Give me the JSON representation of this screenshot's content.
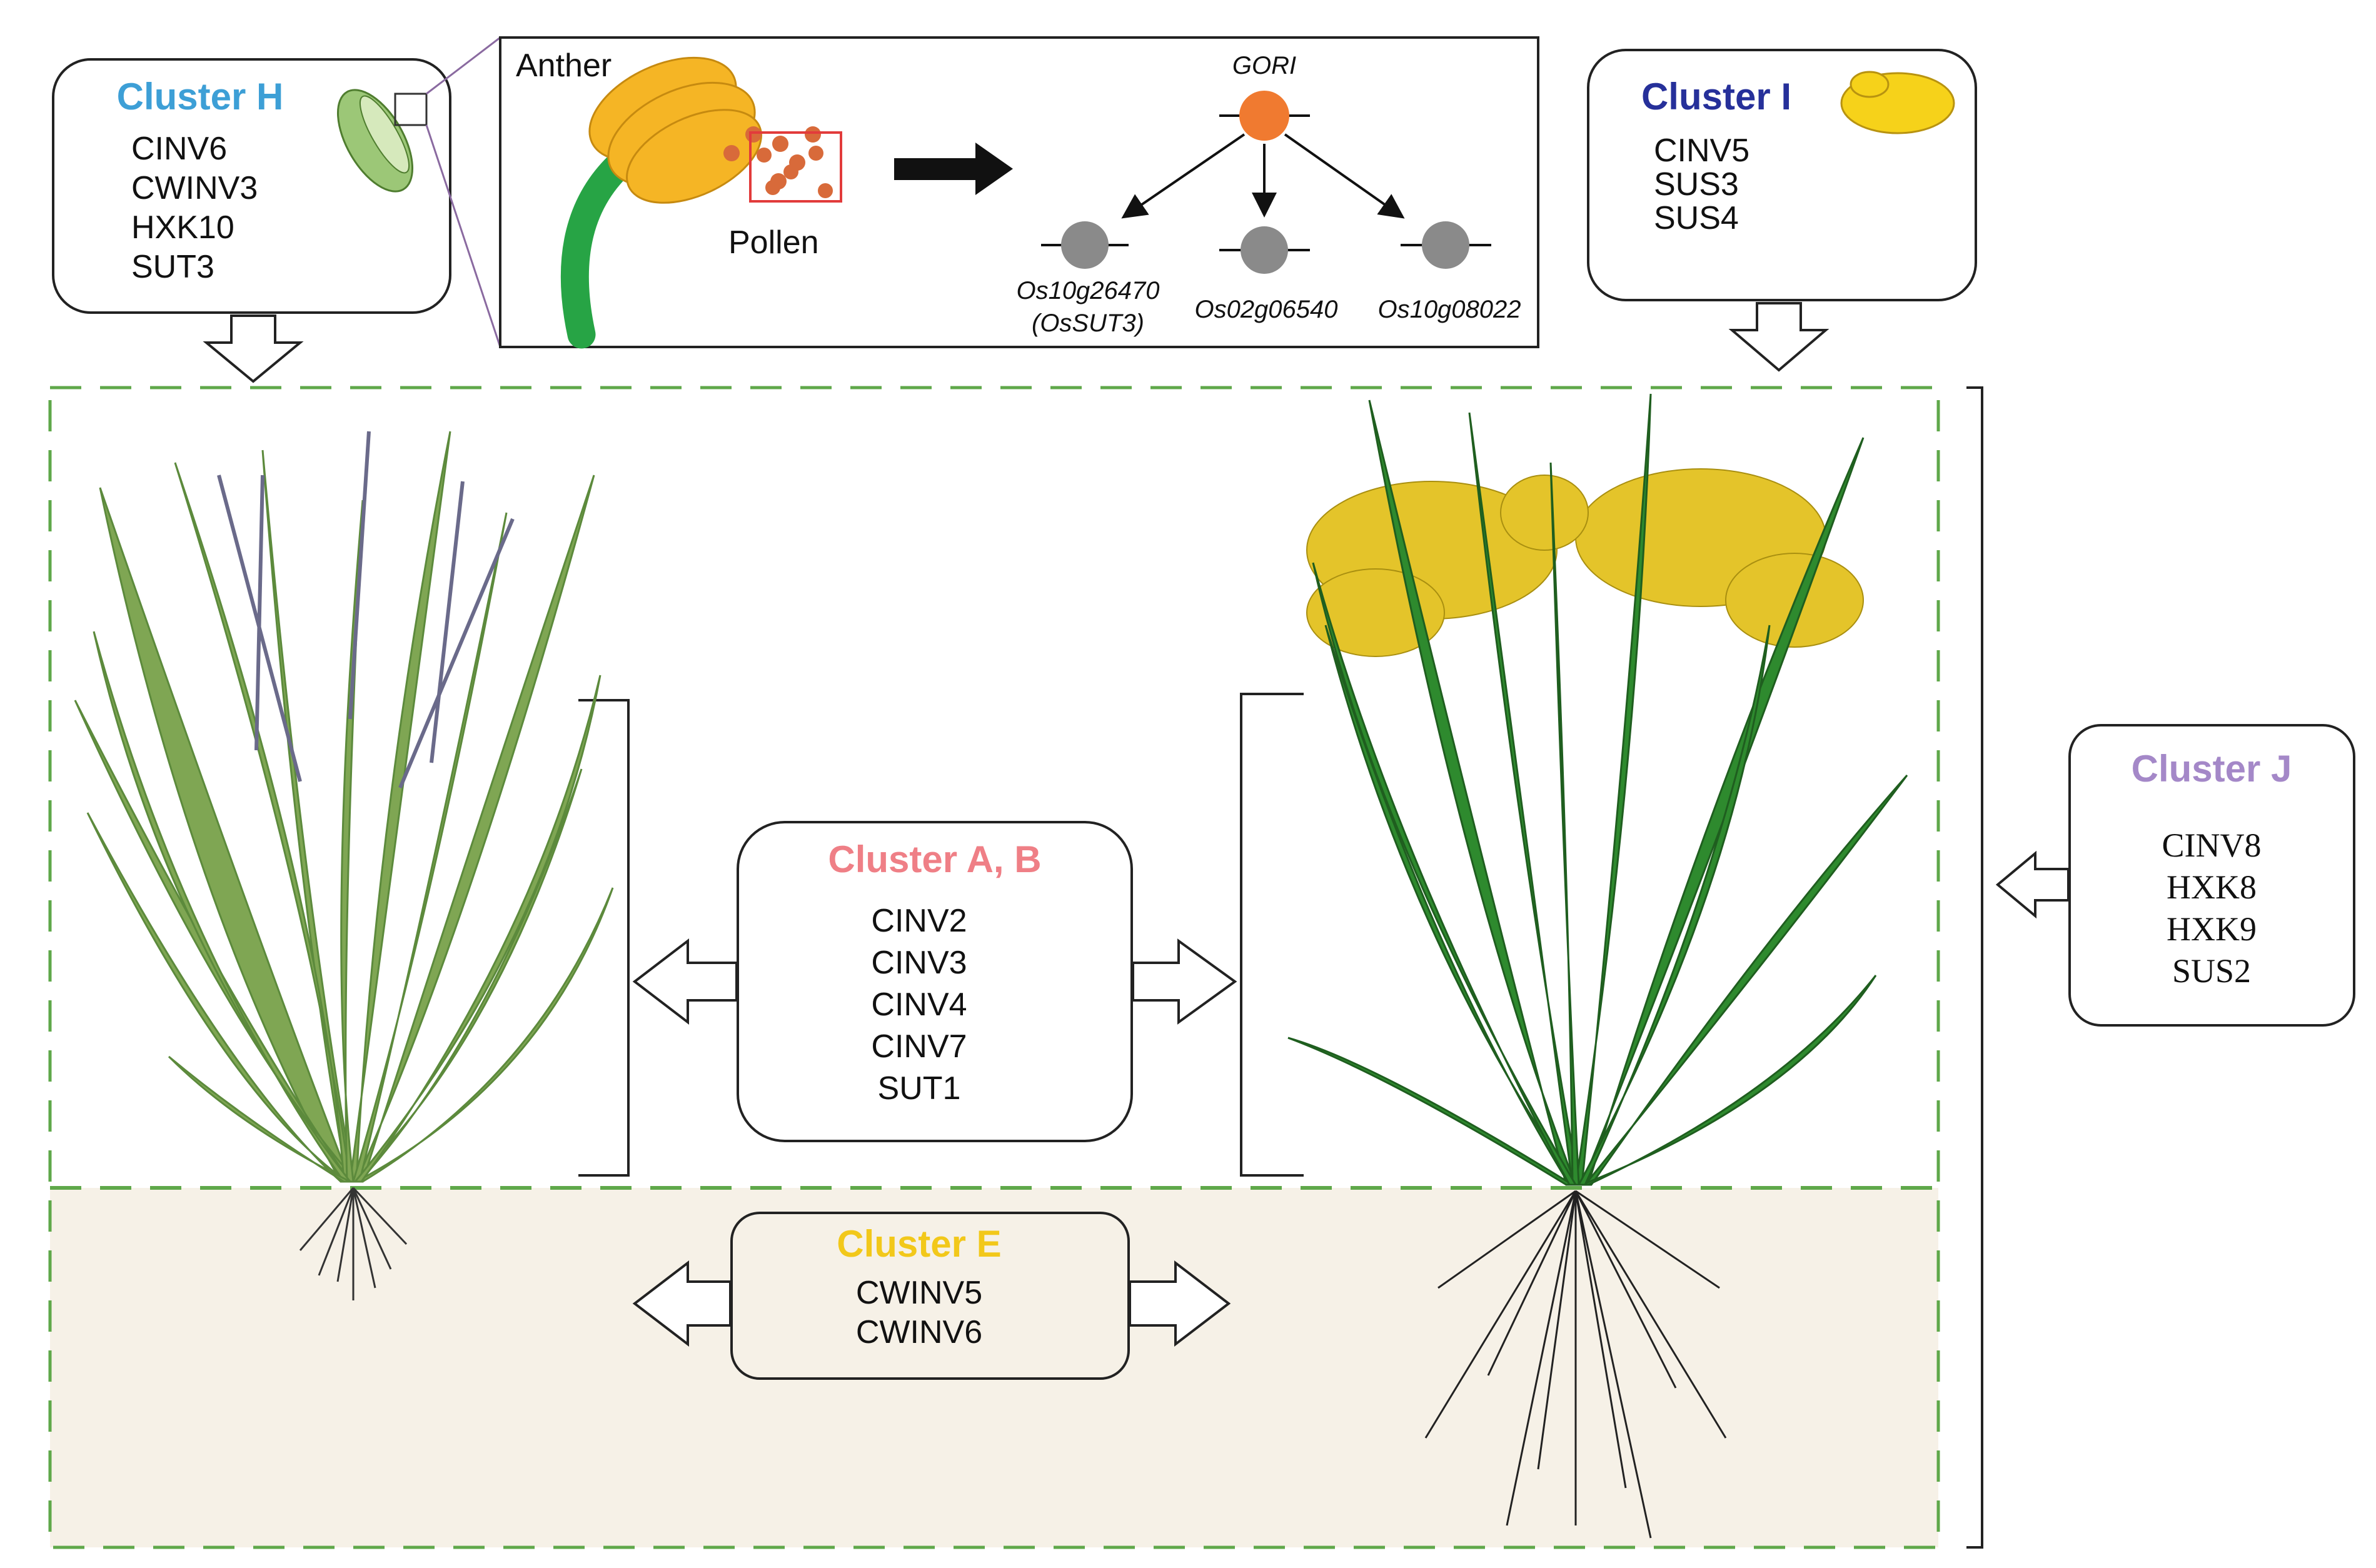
{
  "colors": {
    "cluster_h": "#3d9fd6",
    "cluster_i": "#26309a",
    "cluster_j": "#a488c8",
    "cluster_ab": "#ef7f86",
    "cluster_e": "#f2c81a",
    "soil": "#f6f1e7",
    "dash_green": "#5fa84a",
    "leaf_young": "#7fa653",
    "leaf_mature": "#2e8a2e",
    "panicle": "#e4c42a",
    "gori_node": "#f07a30",
    "target_node": "#8a8a8a",
    "anther": "#f5b525",
    "filament": "#27a445",
    "pollen": "#d86a3a",
    "pollen_box": "#e23b3b"
  },
  "cluster_h": {
    "title": "Cluster H",
    "genes": [
      "CINV6",
      "CWINV3",
      "HXK10",
      "SUT3"
    ]
  },
  "inset": {
    "anther_label": "Anther",
    "pollen_label": "Pollen",
    "gori_label": "GORI",
    "targets": [
      {
        "line1": "Os10g26470",
        "line2": "(OsSUT3)"
      },
      {
        "line1": "Os02g06540",
        "line2": ""
      },
      {
        "line1": "Os10g08022",
        "line2": ""
      }
    ]
  },
  "cluster_i": {
    "title": "Cluster I",
    "genes": [
      "CINV5",
      "SUS3",
      "SUS4"
    ]
  },
  "cluster_ab": {
    "title": "Cluster A, B",
    "genes": [
      "CINV2",
      "CINV3",
      "CINV4",
      "CINV7",
      "SUT1"
    ]
  },
  "cluster_e": {
    "title": "Cluster E",
    "genes": [
      "CWINV5",
      "CWINV6"
    ]
  },
  "cluster_j": {
    "title": "Cluster J",
    "genes": [
      "CINV8",
      "HXK8",
      "HXK9",
      "SUS2"
    ]
  }
}
